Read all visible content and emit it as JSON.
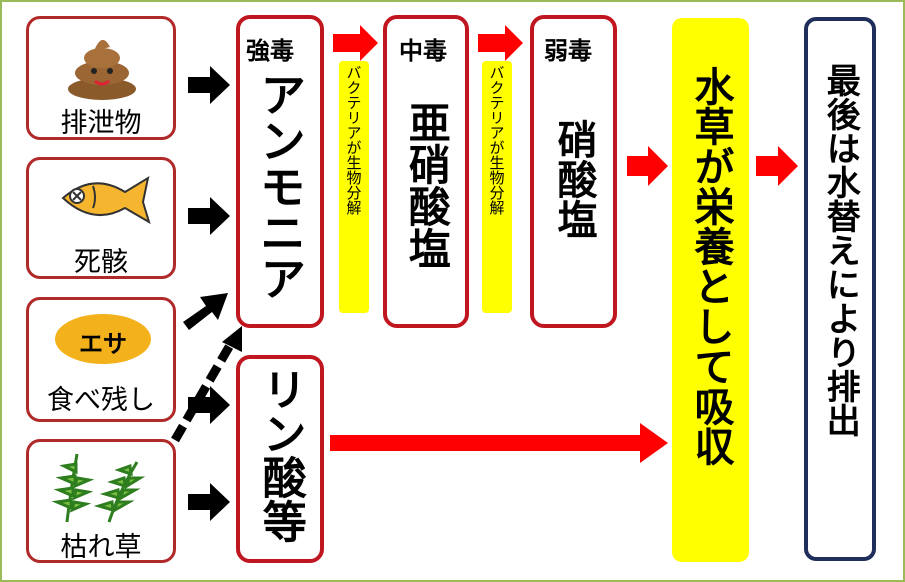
{
  "sources": {
    "excrement": {
      "label": "排泄物",
      "icon": "poop-icon"
    },
    "carcass": {
      "label": "死骸",
      "icon": "fish-icon"
    },
    "leftover_food": {
      "label": "食べ残し",
      "badge": "エサ",
      "icon": "food-pellet-icon"
    },
    "dead_plants": {
      "label": "枯れ草",
      "icon": "aquatic-plant-icon"
    }
  },
  "stages": {
    "ammonia": {
      "toxicity": "強毒",
      "name": "アンモニア"
    },
    "nitrite": {
      "toxicity": "中毒",
      "name": "亜硝酸塩"
    },
    "nitrate": {
      "toxicity": "弱毒",
      "name": "硝酸塩"
    },
    "phosphate": {
      "name": "リン酸等"
    }
  },
  "process_tags": {
    "first": "バクテリアが生物分解",
    "second": "バクテリアが生物分解"
  },
  "absorption": "水草が栄養として吸収",
  "final": "最後は水替えにより排出",
  "colors": {
    "stage_border": "#c0161f",
    "source_border": "#b02a2a",
    "highlight": "#ffff00",
    "final_border": "#1f2e5a",
    "red_arrow": "#ff0000",
    "black_arrow": "#000000"
  }
}
